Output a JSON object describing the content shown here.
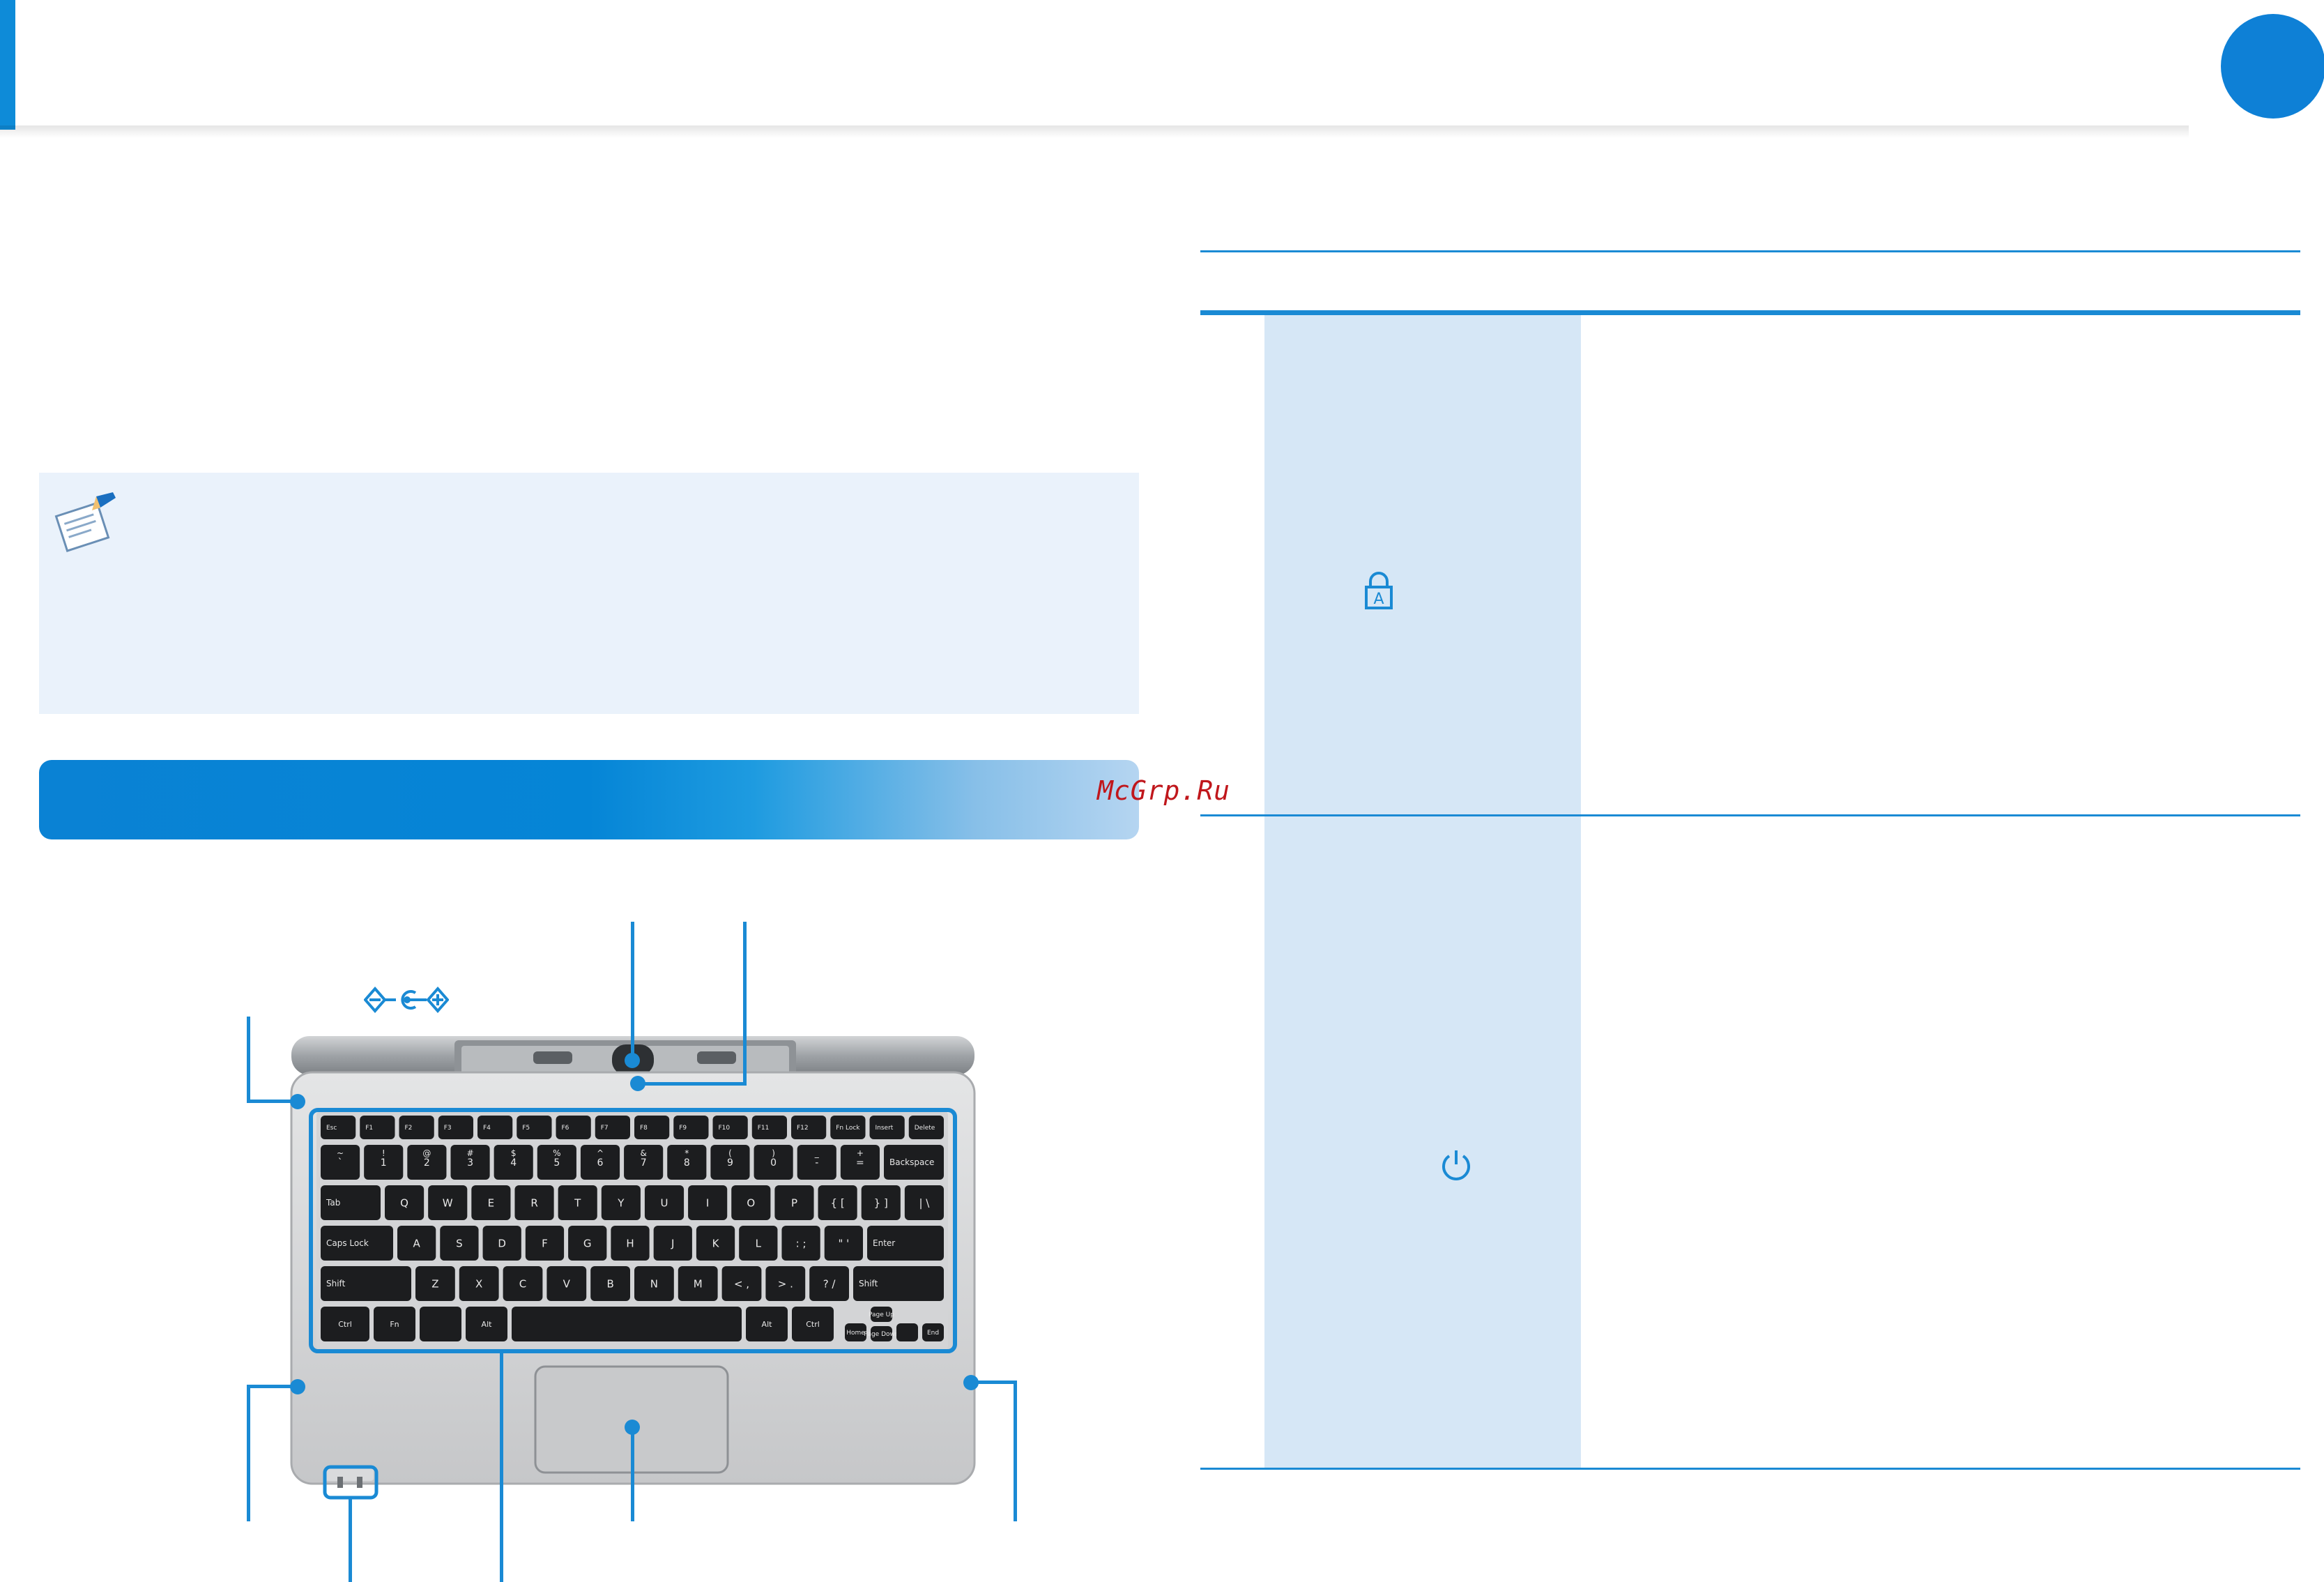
{
  "watermark": {
    "text": "McGrp.Ru"
  },
  "colors": {
    "accent": "#0e8bd8",
    "note_background": "#eaf2fb",
    "table_cell": "#d6e7f6",
    "watermark": "#c0171c"
  },
  "icons": {
    "note": "notepad-pencil-icon",
    "caps_lock": "caps-lock-indicator-icon",
    "power": "power-indicator-icon",
    "dc_polarity": "dc-polarity-symbol"
  },
  "keyboard": {
    "row1": [
      "Esc",
      "F1",
      "F2",
      "F3",
      "F4",
      "F5",
      "F6",
      "F7",
      "F8",
      "F9",
      "F10",
      "F11",
      "F12",
      "Fn Lock",
      "Insert",
      "Delete"
    ],
    "row2_top": [
      "~",
      "!",
      "@",
      "#",
      "$",
      "%",
      "^",
      "&",
      "*",
      "(",
      ")",
      "_",
      "+",
      ""
    ],
    "row2_bottom": [
      "`",
      "1",
      "2",
      "3",
      "4",
      "5",
      "6",
      "7",
      "8",
      "9",
      "0",
      "-",
      "=",
      "Backspace"
    ],
    "row3": [
      "Tab",
      "Q",
      "W",
      "E",
      "R",
      "T",
      "Y",
      "U",
      "I",
      "O",
      "P",
      "{ [",
      "} ]",
      "| \\"
    ],
    "row4": [
      "Caps Lock",
      "A",
      "S",
      "D",
      "F",
      "G",
      "H",
      "J",
      "K",
      "L",
      ": ;",
      "\" '",
      "Enter"
    ],
    "row5": [
      "Shift",
      "Z",
      "X",
      "C",
      "V",
      "B",
      "N",
      "M",
      "< ,",
      "> .",
      "? /",
      "Shift"
    ],
    "row6": [
      "Ctrl",
      "Fn",
      "",
      "Alt",
      "",
      "Alt",
      "Ctrl",
      "Home",
      "Page Up",
      "Page Down",
      "End"
    ]
  }
}
